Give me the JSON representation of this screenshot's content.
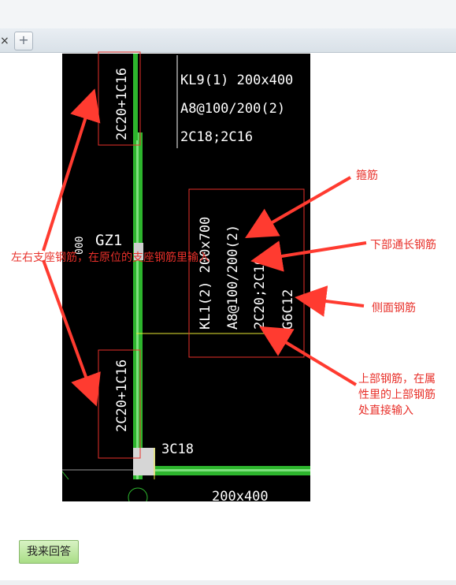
{
  "browser": {
    "tab_close_glyph": "×",
    "new_tab_glyph": "+"
  },
  "drawing": {
    "beam_kl9_name": "KL9(1) 200x400",
    "beam_kl9_stirrup": "A8@100/200(2)",
    "beam_kl9_bars": "2C18;2C16",
    "top_left_support": "2C20+1C16",
    "bottom_left_support": "2C20+1C16",
    "column_label": "GZ1",
    "left_partial": "000",
    "kl1_name": "KL1(2) 200x700",
    "kl1_stirrup": "A8@100/200(2)",
    "kl1_bars": "2C20;2C16",
    "kl1_side": "G6C12",
    "corner_bar": "3C18",
    "bottom_size": "200x400"
  },
  "annotations": {
    "stirrup": "箍筋",
    "bottom_through": "下部通长钢筋",
    "side": "侧面钢筋",
    "support": "左右支座钢筋，在原位的支座钢筋里输入",
    "top_line1": "上部钢筋，在属",
    "top_line2": "性里的上部钢筋",
    "top_line3": "处直接输入"
  },
  "buttons": {
    "answer": "我来回答"
  },
  "colors": {
    "cad_background": "#000000",
    "rebar_green": "#2db52d",
    "annotation_red": "#e8302a",
    "guide_yellow": "#e6e632"
  }
}
